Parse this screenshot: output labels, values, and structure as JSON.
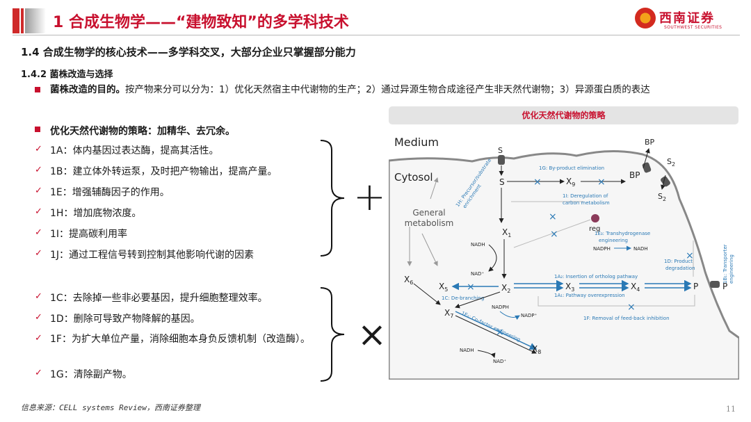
{
  "header": {
    "title": "1 合成生物学——“建物致知”的多学科技术"
  },
  "logo": {
    "name": "西南证券",
    "sub": "SOUTHWEST SECURITIES"
  },
  "section_title": "1.4 合成生物学的核心技术——多学科交叉，大部分企业只掌握部分能力",
  "subsection_title": "1.4.2 菌株改造与选择",
  "bullet1": {
    "lead": "菌株改造的目的。",
    "text": "按产物来分可以分为：1）优化天然宿主中代谢物的生产；2）通过异源生物合成途径产生非天然代谢物；3）异源蛋白质的表达"
  },
  "bullet2": {
    "text": "优化天然代谢物的策略：加精华、去冗余。"
  },
  "add_items": [
    "1A：体内基因过表达酶，提高其活性。",
    "1B：建立体外转运泵，及时把产物输出，提高产量。",
    "1E：增强辅酶因子的作用。",
    "1H：增加底物浓度。",
    "1I：提高碳利用率",
    "1J：通过工程信号转到控制其他影响代谢的因素"
  ],
  "remove_items": [
    "1C：去除掉一些非必要基因，提升细胞整理效率。",
    "1D：删除可导致产物降解的基因。",
    "1F：为扩大单位产量，消除细胞本身负反馈机制（改造酶）。",
    "1G：清除副产物。"
  ],
  "add_symbol": "+",
  "remove_symbol": "×",
  "check_symbol": "✓",
  "diagram": {
    "title": "优化天然代谢物的策略",
    "medium": "Medium",
    "cytosol": "Cytosol",
    "general": "General",
    "metabolism": "metabolism",
    "S": "S",
    "BP": "BP",
    "X": "X",
    "P": "P",
    "reg": "reg",
    "sub1": "1",
    "sub2": "2",
    "sub3": "3",
    "sub4": "4",
    "sub5": "5",
    "sub6": "6",
    "sub7": "7",
    "sub8": "8",
    "sub9": "9",
    "nadh": "NADH",
    "nad": "NAD⁺",
    "nadph": "NADPH",
    "nadp": "NADP⁺",
    "l1g": "1G: By-product elimination",
    "l1h_a": "1H: Precursor/substrate",
    "l1h_b": "enrichment",
    "l1i_a": "1I: Deregulation of",
    "l1i_b": "carbon metabolism",
    "l1e3_a": "1E₃: Transhydrogenase",
    "l1e3_b": "engineering",
    "l1d_a": "1D: Product",
    "l1d_b": "degradation",
    "l1a2": "1A₂: Insertion of ortholog pathway",
    "l1a1": "1A₁: Pathway overexpression",
    "l1c": "1C: De-branching",
    "l1f": "1F: Removal of feed-back inhibition",
    "l1e2": "1E₂: Co-factor engineering",
    "l1b_a": "1B₁: Transporter",
    "l1b_b": "engineering"
  },
  "source": "信息来源：CELL systems Review，西南证券整理",
  "page_number": "11"
}
